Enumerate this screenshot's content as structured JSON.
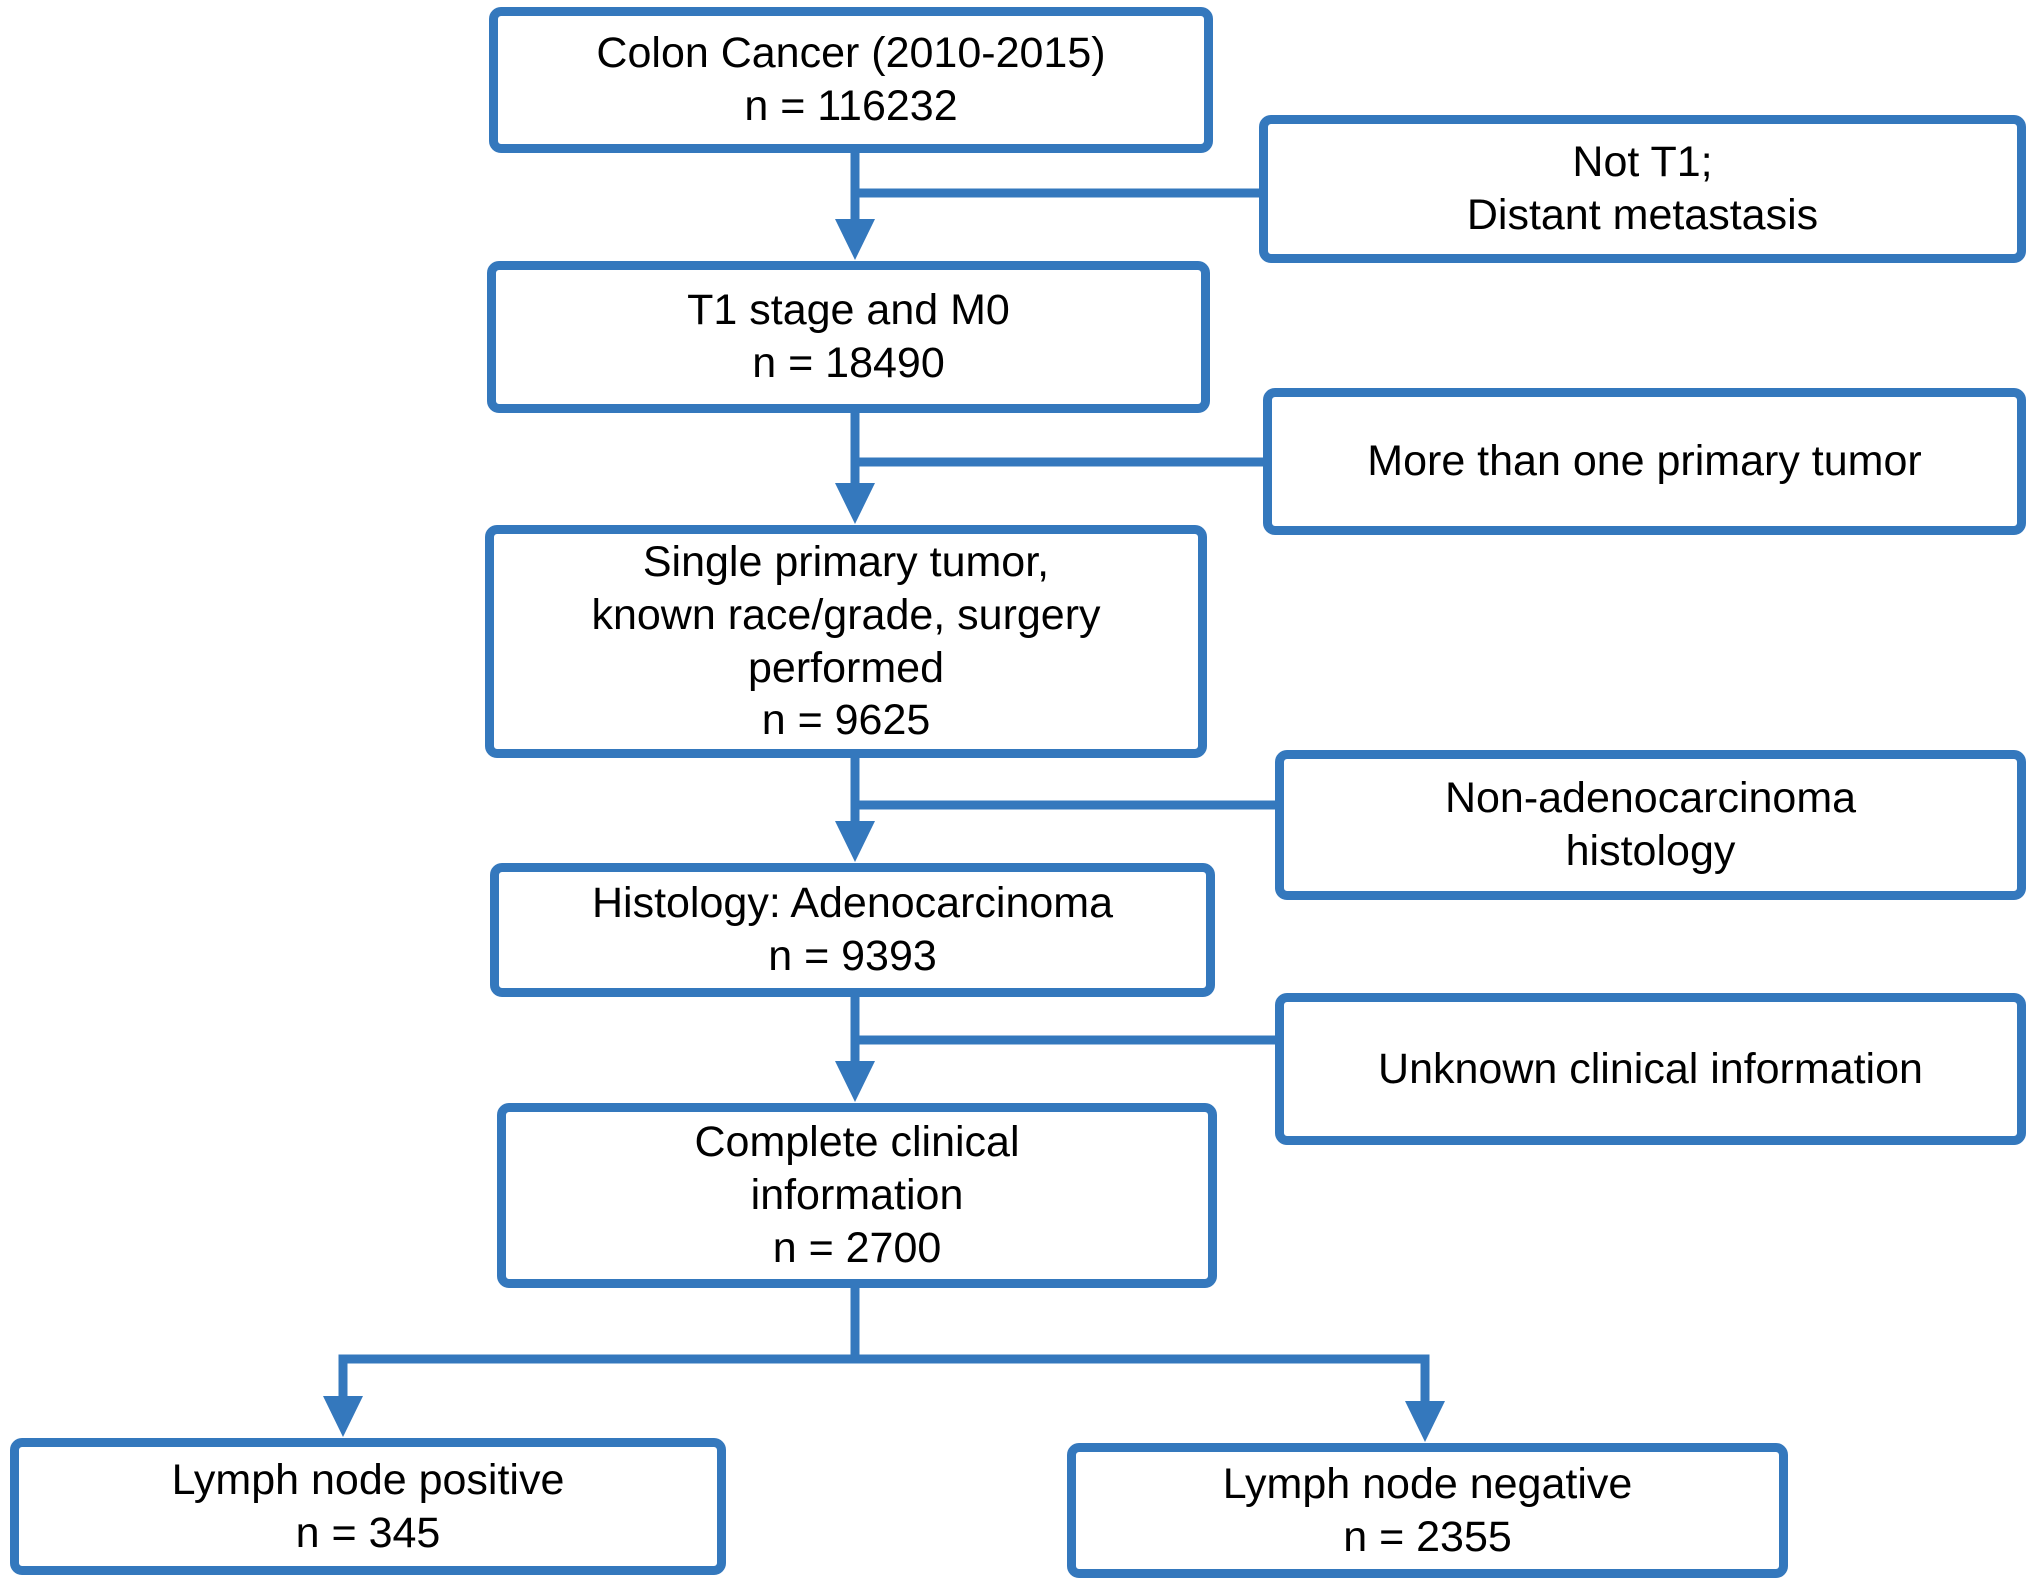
{
  "figure": {
    "type": "patient-selection-flowchart",
    "accent_color": "#3478BD",
    "text_color": "#000000",
    "background_color": "#FFFFFF"
  },
  "nodes": {
    "cohort_initial": {
      "text": "Colon Cancer (2010-2015)\nn = 116232"
    },
    "exclusion_not_t1": {
      "text": "Not T1;\nDistant metastasis"
    },
    "cohort_t1_m0": {
      "text": "T1 stage and M0\nn = 18490"
    },
    "exclusion_multiple_primary": {
      "text": "More than one primary tumor"
    },
    "cohort_single_primary": {
      "text": "Single primary tumor,\nknown race/grade, surgery\nperformed\nn = 9625"
    },
    "exclusion_non_adenocarcinoma": {
      "text": "Non-adenocarcinoma\nhistology"
    },
    "cohort_adenocarcinoma": {
      "text": "Histology: Adenocarcinoma\nn = 9393"
    },
    "exclusion_unknown_clinical": {
      "text": "Unknown clinical information"
    },
    "cohort_complete_clinical": {
      "text": "Complete clinical\ninformation\nn = 2700"
    },
    "outcome_node_positive": {
      "text": "Lymph node positive\nn = 345"
    },
    "outcome_node_negative": {
      "text": "Lymph node negative\nn = 2355"
    }
  }
}
